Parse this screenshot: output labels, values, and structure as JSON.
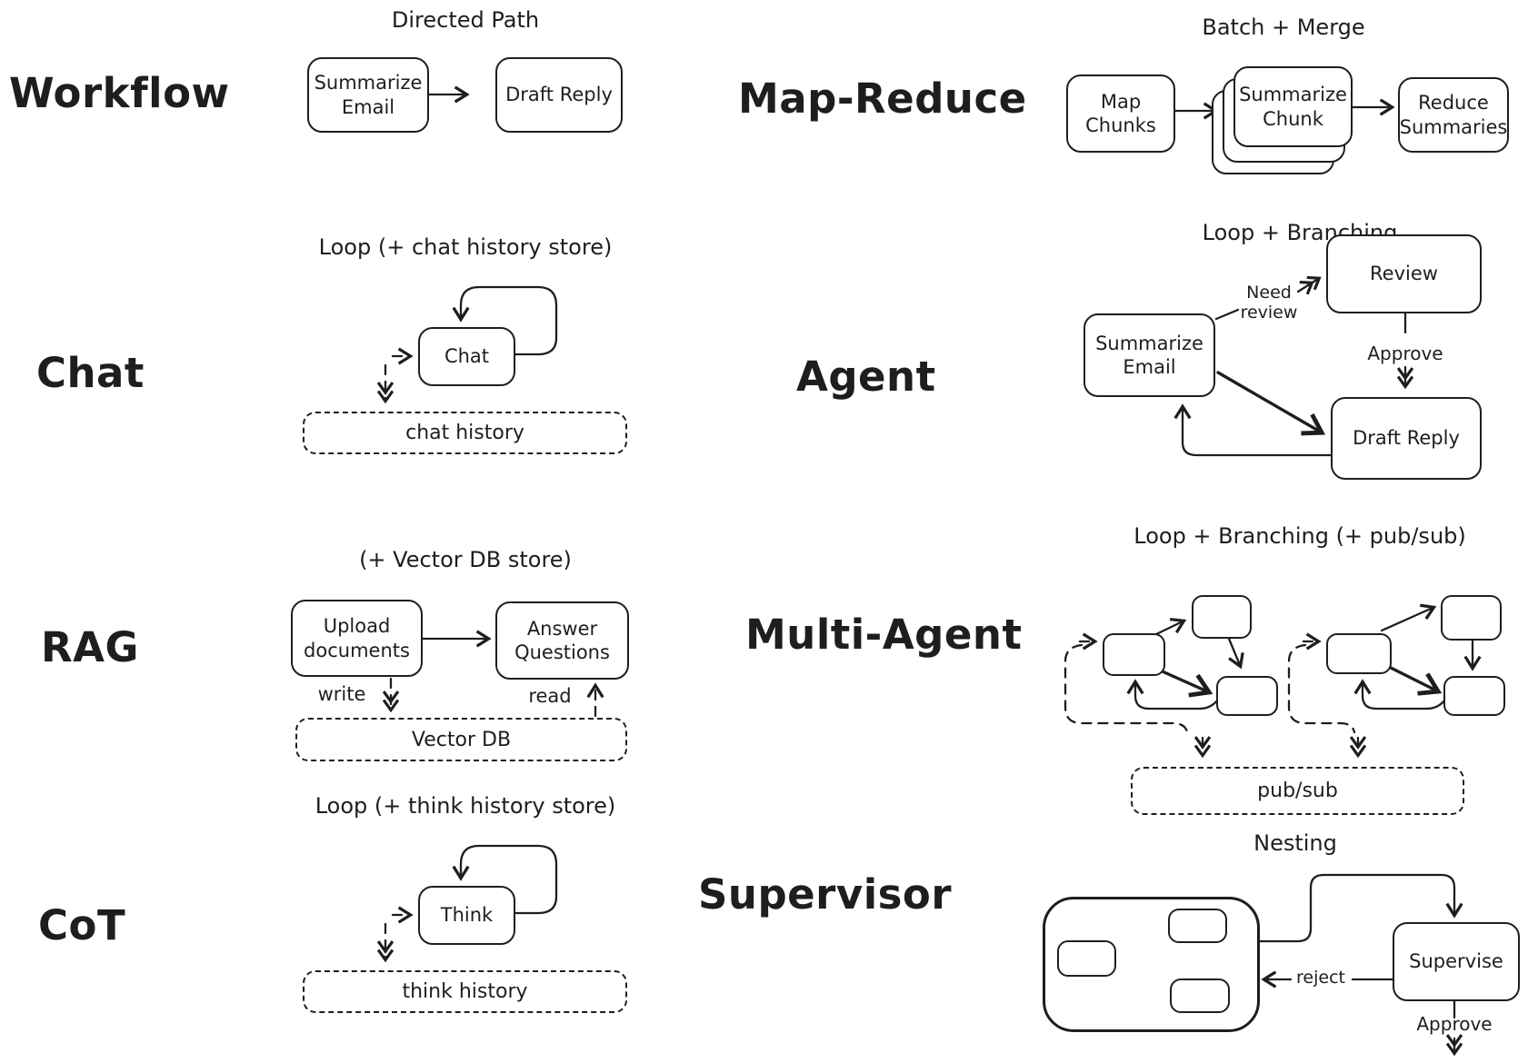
{
  "canvas": {
    "background": "#ffffff",
    "ink": "#1e1e1e"
  },
  "sections": {
    "workflow": {
      "label": "Workflow",
      "title": "Directed Path",
      "nodes": {
        "summarize_email": "Summarize Email",
        "draft_reply": "Draft Reply"
      }
    },
    "map_reduce": {
      "label": "Map-Reduce",
      "title": "Batch + Merge",
      "nodes": {
        "map_chunks": "Map Chunks",
        "summarize_chunk": "Summarize Chunk",
        "reduce_summaries": "Reduce Summaries"
      }
    },
    "chat": {
      "label": "Chat",
      "title": "Loop (+ chat history store)",
      "nodes": {
        "chat": "Chat"
      },
      "store": "chat history"
    },
    "agent": {
      "label": "Agent",
      "title": "Loop + Branching",
      "nodes": {
        "summarize_email": "Summarize Email",
        "review": "Review",
        "draft_reply": "Draft Reply"
      },
      "edges": {
        "need_review": "Need review",
        "approve": "Approve"
      }
    },
    "rag": {
      "label": "RAG",
      "title": "(+ Vector DB store)",
      "nodes": {
        "upload": "Upload documents",
        "answer": "Answer Questions"
      },
      "edges": {
        "write": "write",
        "read": "read"
      },
      "store": "Vector DB"
    },
    "multi_agent": {
      "label": "Multi-Agent",
      "title": "Loop + Branching (+ pub/sub)",
      "store": "pub/sub"
    },
    "cot": {
      "label": "CoT",
      "title": "Loop (+ think history store)",
      "nodes": {
        "think": "Think"
      },
      "store": "think history"
    },
    "supervisor": {
      "label": "Supervisor",
      "title": "Nesting",
      "nodes": {
        "supervise": "Supervise"
      },
      "edges": {
        "reject": "reject",
        "approve": "Approve"
      }
    }
  }
}
